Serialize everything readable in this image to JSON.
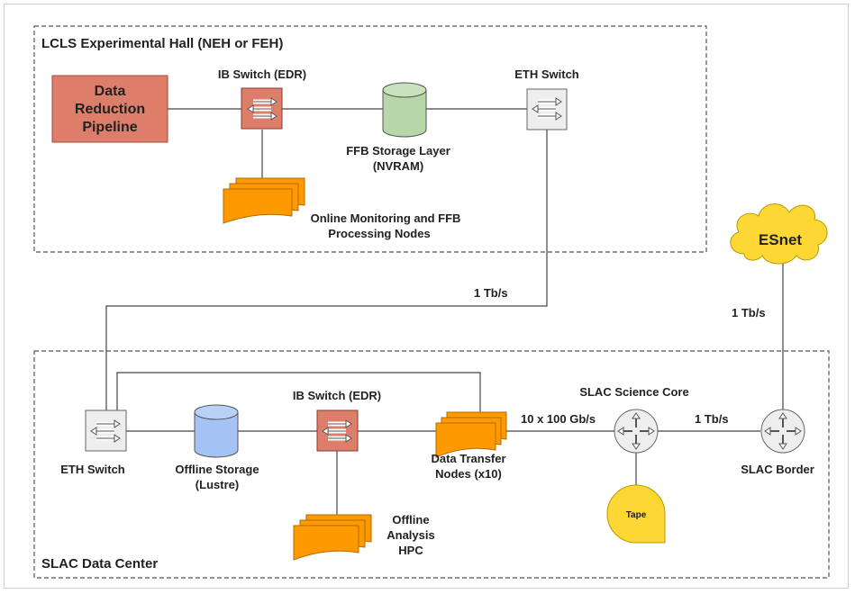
{
  "regions": {
    "hall": {
      "title": "LCLS Experimental Hall (NEH or FEH)"
    },
    "datacenter": {
      "title": "SLAC Data Center"
    }
  },
  "nodes": {
    "drp": {
      "line1": "Data",
      "line2": "Reduction",
      "line3": "Pipeline",
      "color": "#dd7e6b"
    },
    "ib_switch_hall": {
      "label": "IB Switch (EDR)",
      "color": "#dd7e6b"
    },
    "ffb_storage": {
      "line1": "FFB Storage Layer",
      "line2": "(NVRAM)",
      "color": "#b6d7a8"
    },
    "eth_switch_hall": {
      "label": "ETH Switch",
      "color": "#eeeeee"
    },
    "online_nodes": {
      "line1": "Online Monitoring and FFB",
      "line2": "Processing Nodes",
      "color": "#ff9900"
    },
    "esnet": {
      "label": "ESnet",
      "color": "#fdd835"
    },
    "eth_switch_dc": {
      "label": "ETH Switch",
      "color": "#eeeeee"
    },
    "offline_storage": {
      "line1": "Offline Storage",
      "line2": "(Lustre)",
      "color": "#a4c2f4"
    },
    "ib_switch_dc": {
      "label": "IB Switch (EDR)",
      "color": "#dd7e6b"
    },
    "dtn": {
      "line1": "Data Transfer",
      "line2": "Nodes (x10)",
      "color": "#ff9900"
    },
    "offline_hpc": {
      "line1": "Offline",
      "line2": "Analysis",
      "line3": "HPC",
      "color": "#ff9900"
    },
    "science_core": {
      "label": "SLAC Science Core",
      "color": "#eeeeee"
    },
    "tape": {
      "label": "Tape",
      "color": "#fdd835"
    },
    "border": {
      "label": "SLAC Border",
      "color": "#eeeeee"
    }
  },
  "links": {
    "hall_to_dc": "1 Tb/s",
    "esnet_to_border": "1 Tb/s",
    "dtn_to_core": "10 x 100 Gb/s",
    "core_to_border": "1 Tb/s"
  }
}
